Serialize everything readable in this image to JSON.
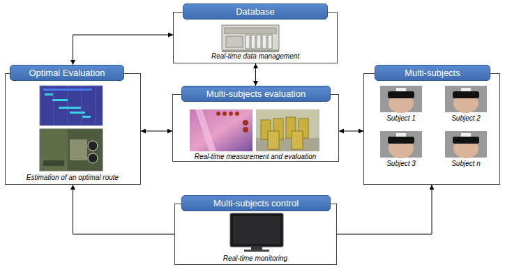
{
  "diagram": {
    "nodes": [
      {
        "text": [
          "Database",
          "Real-time data management"
        ]
      },
      {
        "text": [
          "Optimal Evaluation",
          "Estimation of an optimal route"
        ]
      },
      {
        "text": [
          "Multi-subjects evaluation",
          "Real-time measurement and evaluation"
        ]
      },
      {
        "text": [
          "Multi-subjects",
          "Subject 1",
          "Subject 2",
          "Subject 3",
          "Subject n"
        ]
      },
      {
        "text": [
          "Multi-subjects control",
          "Real-time monitoring"
        ]
      }
    ],
    "edges": [
      {
        "from": 0,
        "to": 1,
        "arrow": "both"
      },
      {
        "from": 0,
        "to": 2,
        "arrow": "both"
      },
      {
        "from": 1,
        "to": 2,
        "arrow": "both"
      },
      {
        "from": 2,
        "to": 3,
        "arrow": "both"
      },
      {
        "from": 4,
        "to": 1,
        "arrow": "to"
      },
      {
        "from": 4,
        "to": 3,
        "arrow": "to"
      }
    ]
  }
}
